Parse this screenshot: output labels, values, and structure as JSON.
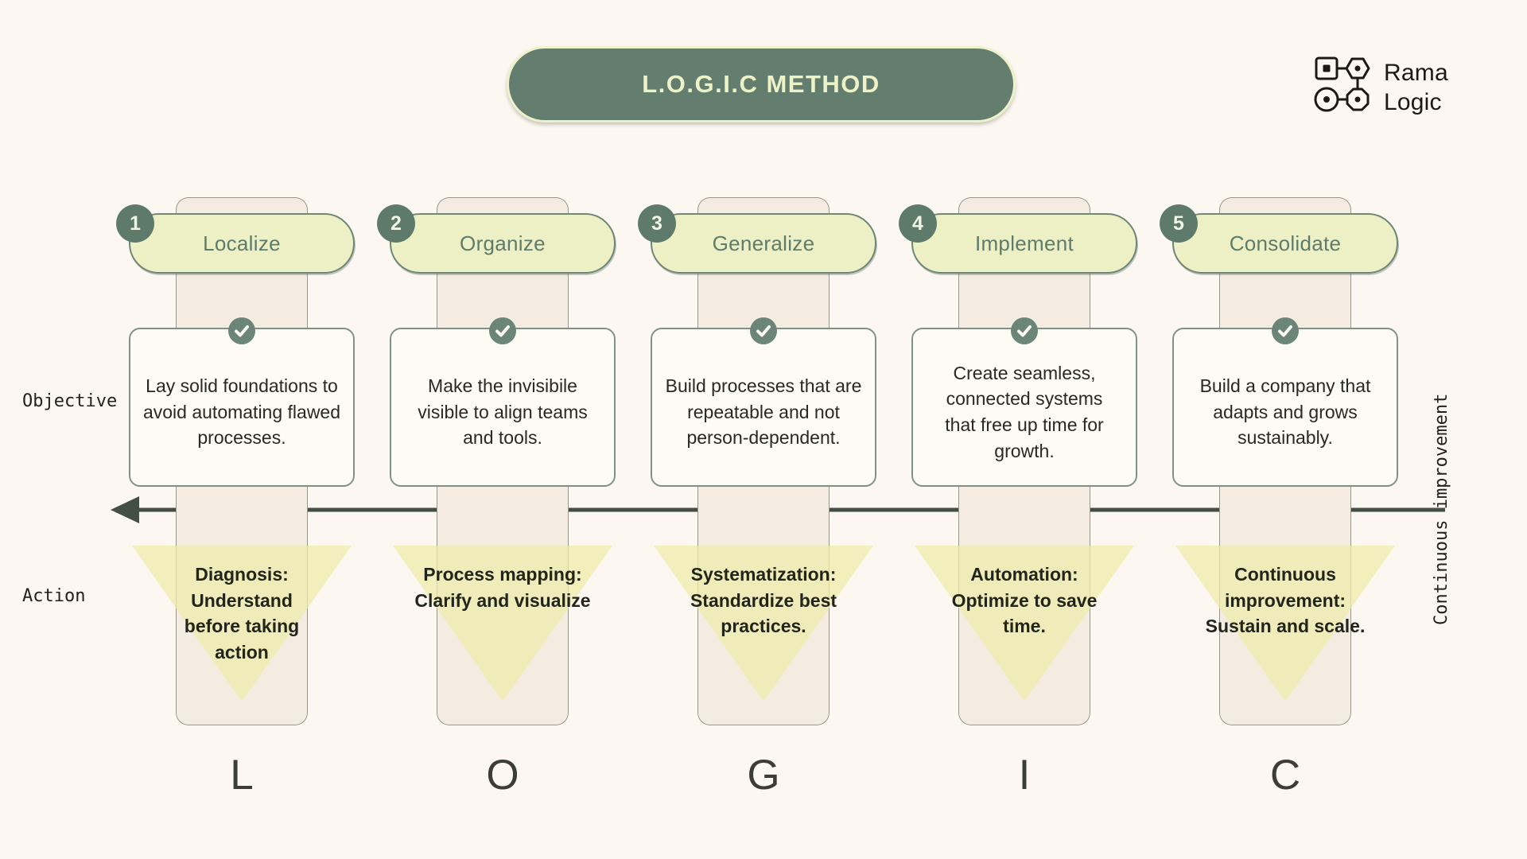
{
  "header": {
    "title": "L.O.G.I.C METHOD",
    "brand": {
      "line1": "Rama",
      "line2": "Logic"
    }
  },
  "row_labels": {
    "objective": "Objective",
    "action": "Action"
  },
  "arrow": {
    "label": "Continuous improvement",
    "direction": "left"
  },
  "icons": {
    "brand_mark": "network-nodes-icon",
    "step_check": "check-circle-icon"
  },
  "colors": {
    "background": "#fcf7f0",
    "sage_dark": "#637d6e",
    "sage_border": "#6d8878",
    "pale_yellow": "#edf0c5",
    "band_beige": "#f4ece1",
    "triangle_yellow": "#eeeca9",
    "arrow_ink": "#434f45",
    "text_ink": "#22251c"
  },
  "steps": [
    {
      "number": "1",
      "title": "Localize",
      "objective": "Lay solid foundations to\navoid automating flawed\nprocesses.",
      "action": "Diagnosis:\nUnderstand\nbefore taking\naction",
      "letter": "L"
    },
    {
      "number": "2",
      "title": "Organize",
      "objective": "Make the invisibile\nvisible to align teams\nand tools.",
      "action": "Process mapping:\nClarify and visualize",
      "letter": "O"
    },
    {
      "number": "3",
      "title": "Generalize",
      "objective": "Build processes that are\nrepeatable and not\nperson-dependent.",
      "action": "Systematization:\nStandardize best\npractices.",
      "letter": "G"
    },
    {
      "number": "4",
      "title": "Implement",
      "objective": "Create seamless,\nconnected systems\nthat free up time for\ngrowth.",
      "action": "Automation:\nOptimize to save\ntime.",
      "letter": "I"
    },
    {
      "number": "5",
      "title": "Consolidate",
      "objective": "Build a company that\nadapts and grows\nsustainably.",
      "action": "Continuous\nimprovement:\nSustain and scale.",
      "letter": "C"
    }
  ]
}
